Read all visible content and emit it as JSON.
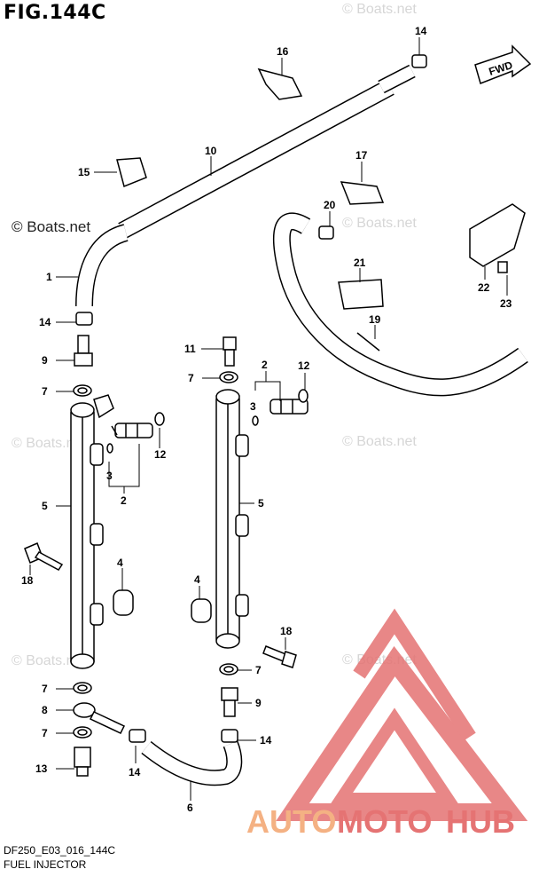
{
  "title": "FIG.144C",
  "watermark_text": "© Boats.net",
  "model_code": "DF250_E03_016_144C",
  "caption": "FUEL INJECTOR",
  "fwd_label": "FWD",
  "brand": {
    "part1": "AUTO",
    "part2": "MOTO",
    "part3": "HUB",
    "color1": "#f4b183",
    "color2": "#e57373",
    "color3": "#e57373"
  },
  "callouts": [
    "14",
    "16",
    "10",
    "15",
    "17",
    "20",
    "22",
    "23",
    "21",
    "19",
    "1",
    "14",
    "9",
    "11",
    "7",
    "2",
    "12",
    "7",
    "3",
    "12",
    "3",
    "2",
    "5",
    "5",
    "18",
    "4",
    "4",
    "18",
    "7",
    "7",
    "9",
    "8",
    "7",
    "14",
    "13",
    "14",
    "6"
  ]
}
